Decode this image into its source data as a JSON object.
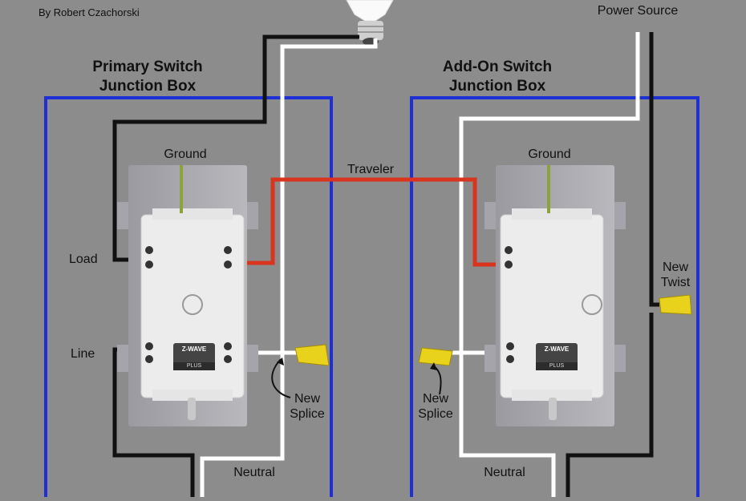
{
  "author": "By Robert Czachorski",
  "power_source": "Power Source",
  "primary_box": {
    "title_line1": "Primary Switch",
    "title_line2": "Junction Box"
  },
  "addon_box": {
    "title_line1": "Add-On Switch",
    "title_line2": "Junction Box"
  },
  "labels": {
    "ground_left": "Ground",
    "ground_right": "Ground",
    "traveler": "Traveler",
    "load": "Load",
    "line": "Line",
    "new_twist": "New Twist",
    "new_splice_left": "New Splice",
    "new_splice_right": "New Splice",
    "neutral_left": "Neutral",
    "neutral_right": "Neutral"
  },
  "switch_badge": {
    "brand": "Z-WAVE",
    "plus": "PLUS"
  },
  "colors": {
    "background": "#8c8c8c",
    "box_outline": "#1f2fd6",
    "hot_wire": "#111111",
    "neutral_wire": "#ffffff",
    "traveler_wire": "#d8341e",
    "ground_wire": "#8aa33a",
    "wire_nut": "#e8d21c"
  }
}
